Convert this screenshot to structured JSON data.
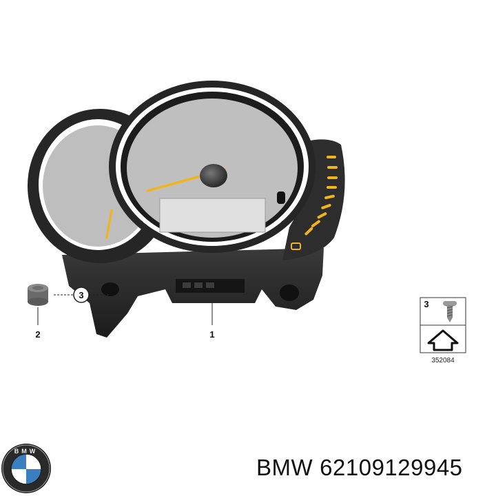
{
  "callouts": {
    "part1": "1",
    "part2": "2",
    "part3": "3",
    "legend_part": "3"
  },
  "legend": {
    "code": "352084"
  },
  "caption": {
    "brand": "BMW",
    "part_number": "62109129945"
  },
  "logo": {
    "text": "BMW"
  },
  "colors": {
    "accent": "#f2b418",
    "dial_face": "#bfbfbf",
    "housing": "#2b2b2b"
  }
}
